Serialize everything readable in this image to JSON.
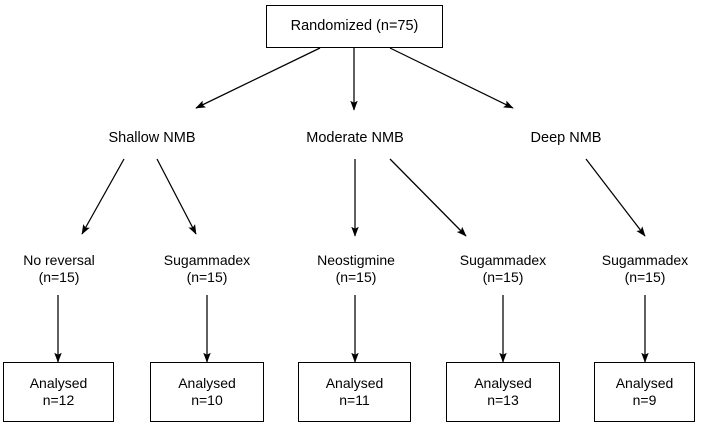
{
  "diagram": {
    "type": "flowchart",
    "title_node": {
      "id": "randomized",
      "label": "Randomized (n=75)"
    },
    "groups": [
      {
        "id": "shallow",
        "label": "Shallow NMB"
      },
      {
        "id": "moderate",
        "label": "Moderate NMB"
      },
      {
        "id": "deep",
        "label": "Deep NMB"
      }
    ],
    "arms": [
      {
        "id": "no-reversal",
        "name": "No reversal",
        "count": "(n=15)"
      },
      {
        "id": "shallow-sugammadex",
        "name": "Sugammadex",
        "count": "(n=15)"
      },
      {
        "id": "neostigmine",
        "name": "Neostigmine",
        "count": "(n=15)"
      },
      {
        "id": "moderate-sugammadex",
        "name": "Sugammadex",
        "count": "(n=15)"
      },
      {
        "id": "deep-sugammadex",
        "name": "Sugammadex",
        "count": "(n=15)"
      }
    ],
    "analysed": [
      {
        "id": "analysed-1",
        "label": "Analysed",
        "count": "n=12"
      },
      {
        "id": "analysed-2",
        "label": "Analysed",
        "count": "n=10"
      },
      {
        "id": "analysed-3",
        "label": "Analysed",
        "count": "n=11"
      },
      {
        "id": "analysed-4",
        "label": "Analysed",
        "count": "n=13"
      },
      {
        "id": "analysed-5",
        "label": "Analysed",
        "count": "n=9"
      }
    ],
    "colors": {
      "line": "#000000",
      "text": "#000000",
      "background": "#ffffff"
    }
  }
}
